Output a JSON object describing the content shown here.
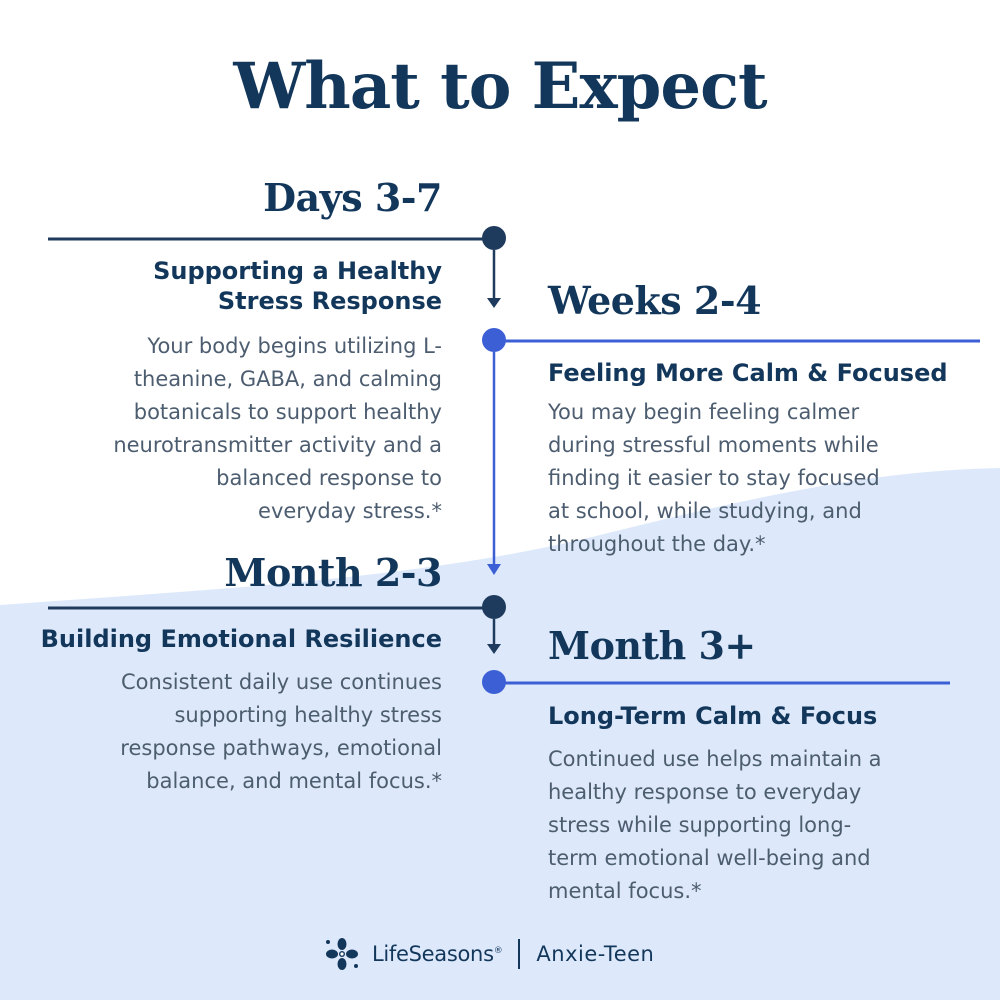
{
  "page": {
    "title": "What to Expect"
  },
  "colors": {
    "navy": "#1e3a5c",
    "blue": "#3c5fd6",
    "light_blue_bg": "#dde9fb",
    "text_gray": "#4d5d70"
  },
  "phases": [
    {
      "heading": "Days 3-7",
      "subheading_line1": "Supporting a Healthy",
      "subheading_line2": "Stress Response",
      "body": [
        "Your body begins utilizing L-",
        "theanine, GABA, and calming",
        "botanicals to support healthy",
        "neurotransmitter activity and a",
        "balanced response to",
        "everyday stress.*"
      ]
    },
    {
      "heading": "Weeks 2-4",
      "subheading": "Feeling More Calm & Focused",
      "body": [
        "You may begin feeling calmer",
        "during stressful moments while",
        "finding it easier to stay focused",
        "at school, while studying, and",
        "throughout the day.*"
      ]
    },
    {
      "heading": "Month 2-3",
      "subheading": "Building Emotional Resilience",
      "body": [
        "Consistent daily use continues",
        "supporting healthy stress",
        "response pathways, emotional",
        "balance, and mental focus.*"
      ]
    },
    {
      "heading": "Month 3+",
      "subheading": "Long-Term Calm & Focus",
      "body": [
        "Continued use helps maintain a",
        "healthy response to everyday",
        "stress while supporting long-",
        "term emotional well-being and",
        "mental focus.*"
      ]
    }
  ],
  "footer": {
    "brand": "LifeSeasons",
    "registered": "®",
    "product": "Anxie-Teen",
    "logo_icon": "flower-icon"
  }
}
